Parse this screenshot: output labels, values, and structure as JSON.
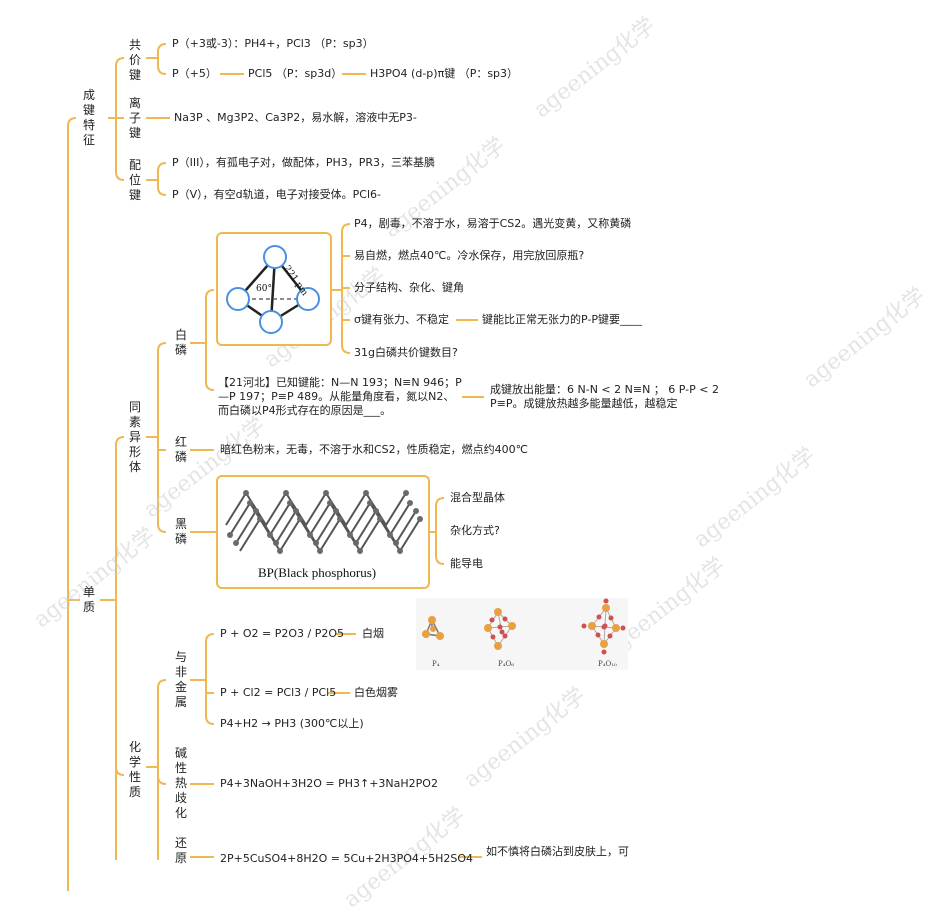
{
  "watermark": "ageening化学",
  "bond_features": {
    "title": "成键特征",
    "covalent": {
      "title": "共价键",
      "item1": "P（+3或-3）：PH4+，PCl3 （P：sp3）",
      "item2_root": "P（+5）",
      "item2_mid": "PCl5 （P：sp3d）",
      "item2_end": "H3PO4 (d-p)π键 （P：sp3）"
    },
    "ionic": {
      "title": "离子键",
      "item": "Na3P 、Mg3P2、Ca3P2，易水解，溶液中无P3-"
    },
    "coordinate": {
      "title": "配位键",
      "item1": "P（III），有孤电子对，做配体，PH3，PR3，三苯基膦",
      "item2": "P（V），有空d轨道，电子对接受体。PCl6-"
    }
  },
  "element": {
    "title": "单质",
    "allotropes": {
      "title": "同素异形体",
      "white": {
        "title": "白磷",
        "fig_angle": "60°",
        "fig_len": "221 pm",
        "p1": "P4，剧毒，不溶于水，易溶于CS2。遇光变黄，又称黄磷",
        "p2": "易自燃，燃点40℃。冷水保存，用完放回原瓶?",
        "p3": "分子结构、杂化、键角",
        "p4": "σ键有张力、不稳定",
        "p4_child": "键能比正常无张力的P-P键要____",
        "p5": "31g白磷共价键数目?",
        "exam": "【21河北】已知键能：N—N 193；N≡N 946；P—P 197；P≡P 489。从能量角度看，氮以N2、而白磷以P4形式存在的原因是___。",
        "exam_answer": "成键放出能量：6 N-N < 2 N≡N ； 6 P-P < 2 P≡P。成键放热越多能量越低，越稳定"
      },
      "red": {
        "title": "红磷",
        "item": "暗红色粉末，无毒，不溶于水和CS2，性质稳定，燃点约400℃"
      },
      "black": {
        "title": "黑磷",
        "caption": "BP(Black phosphorus)",
        "items": [
          "混合型晶体",
          "杂化方式?",
          "能导电"
        ]
      }
    },
    "chemical": {
      "title": "化学性质",
      "nonmetal": {
        "title": "与非金属",
        "r1": "P + O2 = P2O3 / P2O5",
        "r1_note": "白烟",
        "mol_labels": [
          "P₄",
          "P₄O₆",
          "P₄O₁₀"
        ],
        "r2": "P + Cl2 = PCl3 / PCl5",
        "r2_note": "白色烟雾",
        "r3": "P4+H2 → PH3 (300℃以上)"
      },
      "base": {
        "title": "碱性热歧化",
        "r": "P4+3NaOH+3H2O = PH3↑+3NaH2PO2"
      },
      "reduce": {
        "title": "还原",
        "r": "2P+5CuSO4+8H2O = 5Cu+2H3PO4+5H2SO4",
        "note": "如不慎将白磷沾到皮肤上，可"
      }
    }
  },
  "colors": {
    "line": "#f0b850",
    "atom_orange": "#e8a040",
    "atom_red": "#d05050",
    "atom_blue": "#4a90e2"
  }
}
